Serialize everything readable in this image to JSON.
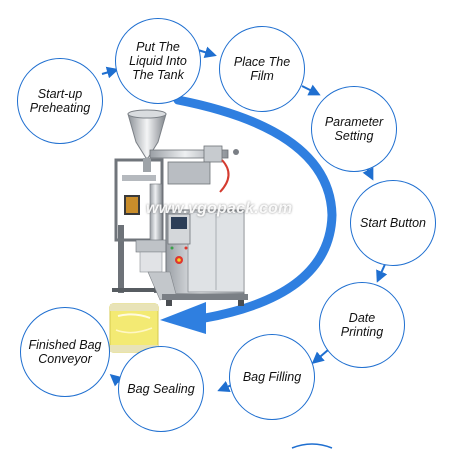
{
  "steps": [
    {
      "id": "start-up-preheating",
      "label": "Start-up Preheating"
    },
    {
      "id": "put-liquid-into-tank",
      "label": "Put The Liquid Into The Tank"
    },
    {
      "id": "place-the-film",
      "label": "Place The Film"
    },
    {
      "id": "parameter-setting",
      "label": "Parameter Setting"
    },
    {
      "id": "start-button",
      "label": "Start Button"
    },
    {
      "id": "date-printing",
      "label": "Date Printing"
    },
    {
      "id": "bag-filling",
      "label": "Bag Filling"
    },
    {
      "id": "bag-sealing",
      "label": "Bag Sealing"
    },
    {
      "id": "finished-bag-conveyor",
      "label": "Finished Bag Conveyor"
    }
  ],
  "watermark": "www.vgopack.com",
  "colors": {
    "circle_border": "#1f6fd0",
    "arrow": "#1f6fd0",
    "big_arrow": "#2f7fe0",
    "pouch_liquid": "#f3ea73"
  }
}
